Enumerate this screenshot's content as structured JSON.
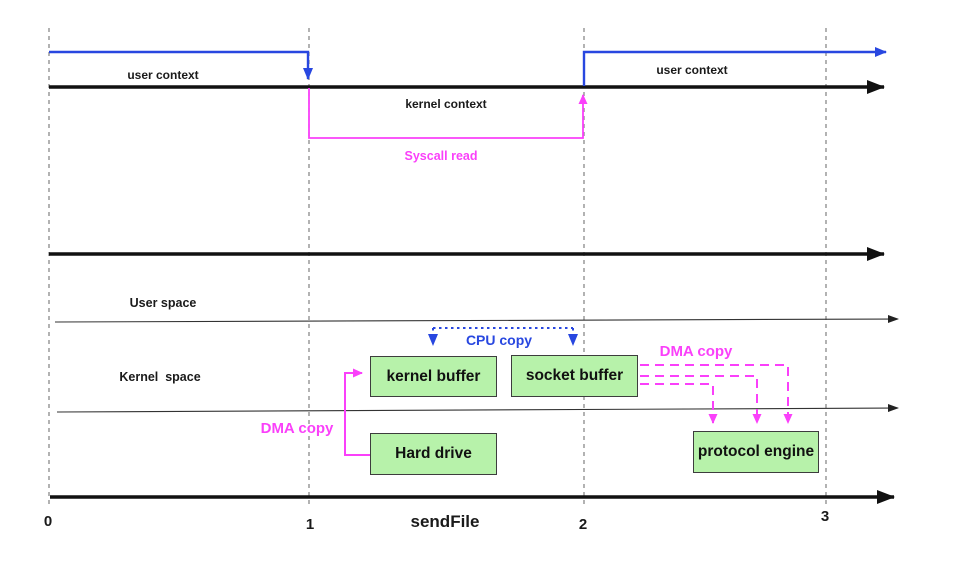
{
  "colors": {
    "blue": "#2847e0",
    "magenta": "#fa40fa",
    "box_fill": "#b7f2aa",
    "box_border": "#3d3d3d",
    "line_black": "#111111",
    "gridline_gray": "#808080"
  },
  "context_row": {
    "user_context_left": "user context",
    "kernel_context": "kernel context",
    "syscall_read": "Syscall read",
    "user_context_right": "user context"
  },
  "spaces": {
    "user_space": "User space",
    "kernel_space": "Kernel  space"
  },
  "boxes": {
    "kernel_buffer": "kernel buffer",
    "socket_buffer": "socket buffer",
    "hard_drive": "Hard drive",
    "protocol_engine": "protocol engine"
  },
  "copy_labels": {
    "cpu_copy": "CPU copy",
    "dma_copy_left": "DMA copy",
    "dma_copy_right": "DMA copy"
  },
  "axis": {
    "tick_0": "0",
    "tick_1": "1",
    "tick_2": "2",
    "tick_3": "3",
    "title": "sendFile"
  }
}
